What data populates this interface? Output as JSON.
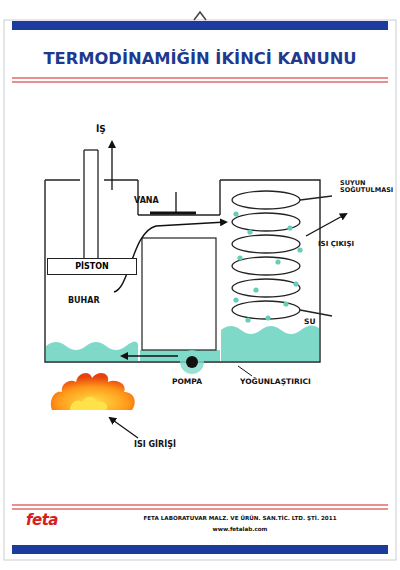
{
  "diagram": {
    "title": "TERMODİNAMİĞİN İKİNCİ KANUNU",
    "nodes": [
      {
        "text": [
          "PİSTON"
        ]
      }
    ],
    "labels": [
      "İŞ",
      "VANA",
      "BUHAR",
      "SUYUN SOĞUTULMASI",
      "ISI ÇIKIŞI",
      "SU",
      "POMPA",
      "YOĞUNLAŞTIRICI",
      "ISI GİRİŞİ",
      "feta",
      "FETA LABORATUVAR MALZ. VE ÜRÜN. SAN.TİC. LTD. ŞTİ. 2011",
      "www.fetalab.com"
    ]
  }
}
